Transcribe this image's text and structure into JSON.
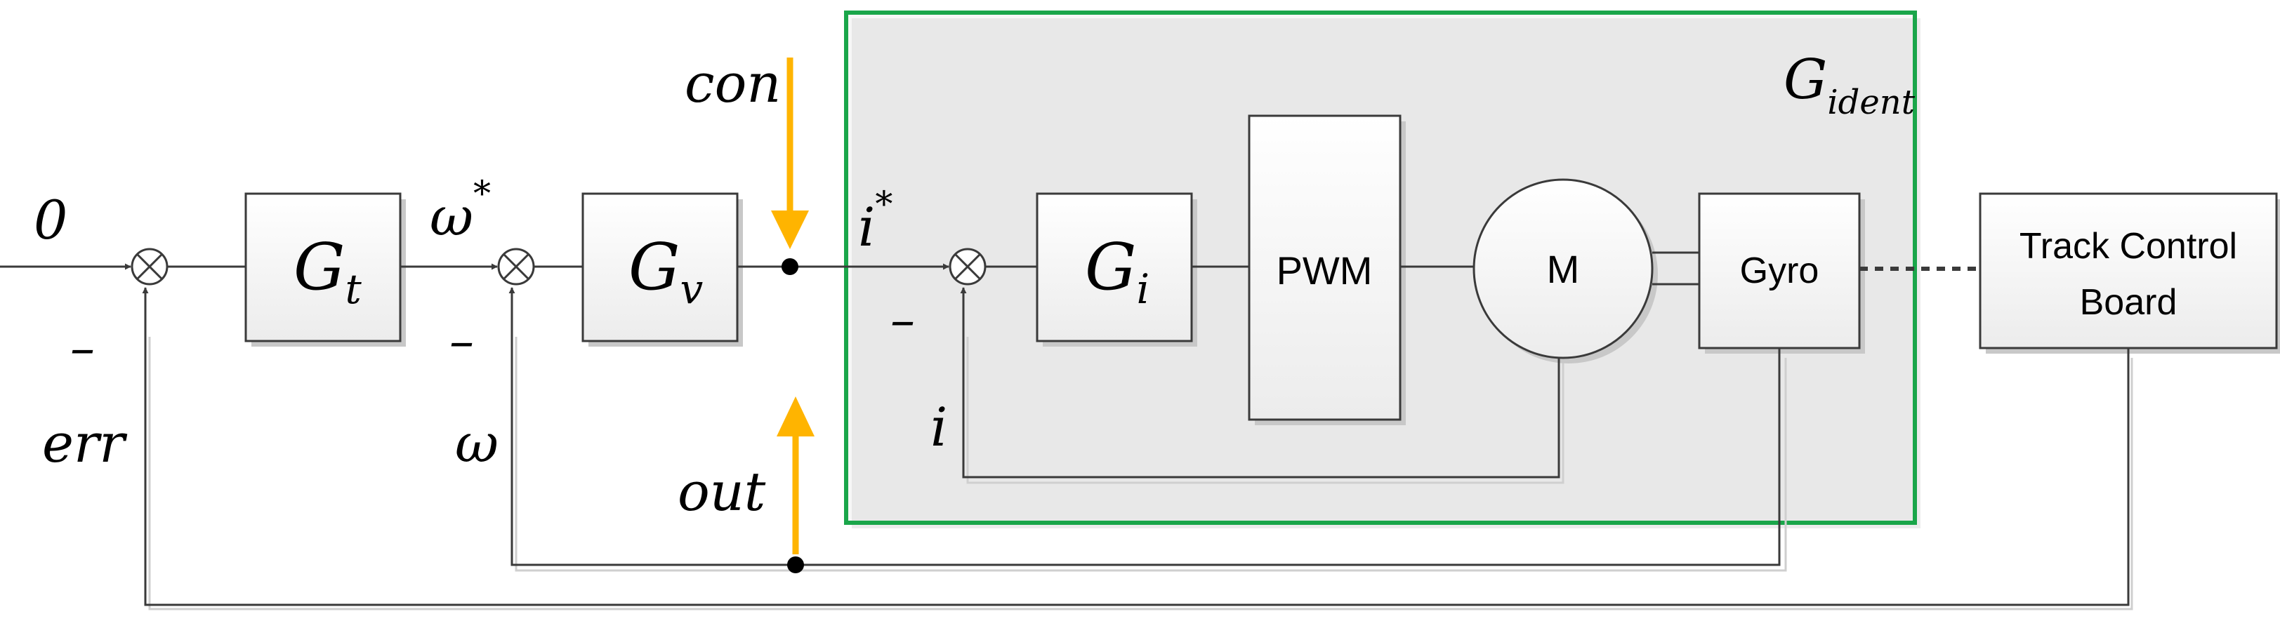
{
  "diagram": {
    "signals": {
      "zero": "0",
      "err": "err",
      "omega_star_base": "ω",
      "omega_star_sup": "*",
      "omega": "ω",
      "con": "con",
      "out": "out",
      "i_star_base": "i",
      "i_star_sup": "*",
      "i": "i",
      "minus": "–"
    },
    "blocks": {
      "gt": {
        "base": "G",
        "sub": "t"
      },
      "gv": {
        "base": "G",
        "sub": "v"
      },
      "gi": {
        "base": "G",
        "sub": "i"
      },
      "pwm": "PWM",
      "motor": "M",
      "gyro": "Gyro",
      "track_line1": "Track Control",
      "track_line2": "Board"
    },
    "ident_group": {
      "base": "G",
      "sub": "ident"
    },
    "colors": {
      "ident_border": "#1aa64a",
      "injection_arrow": "#ffb400",
      "line": "#3a3a3a"
    }
  }
}
